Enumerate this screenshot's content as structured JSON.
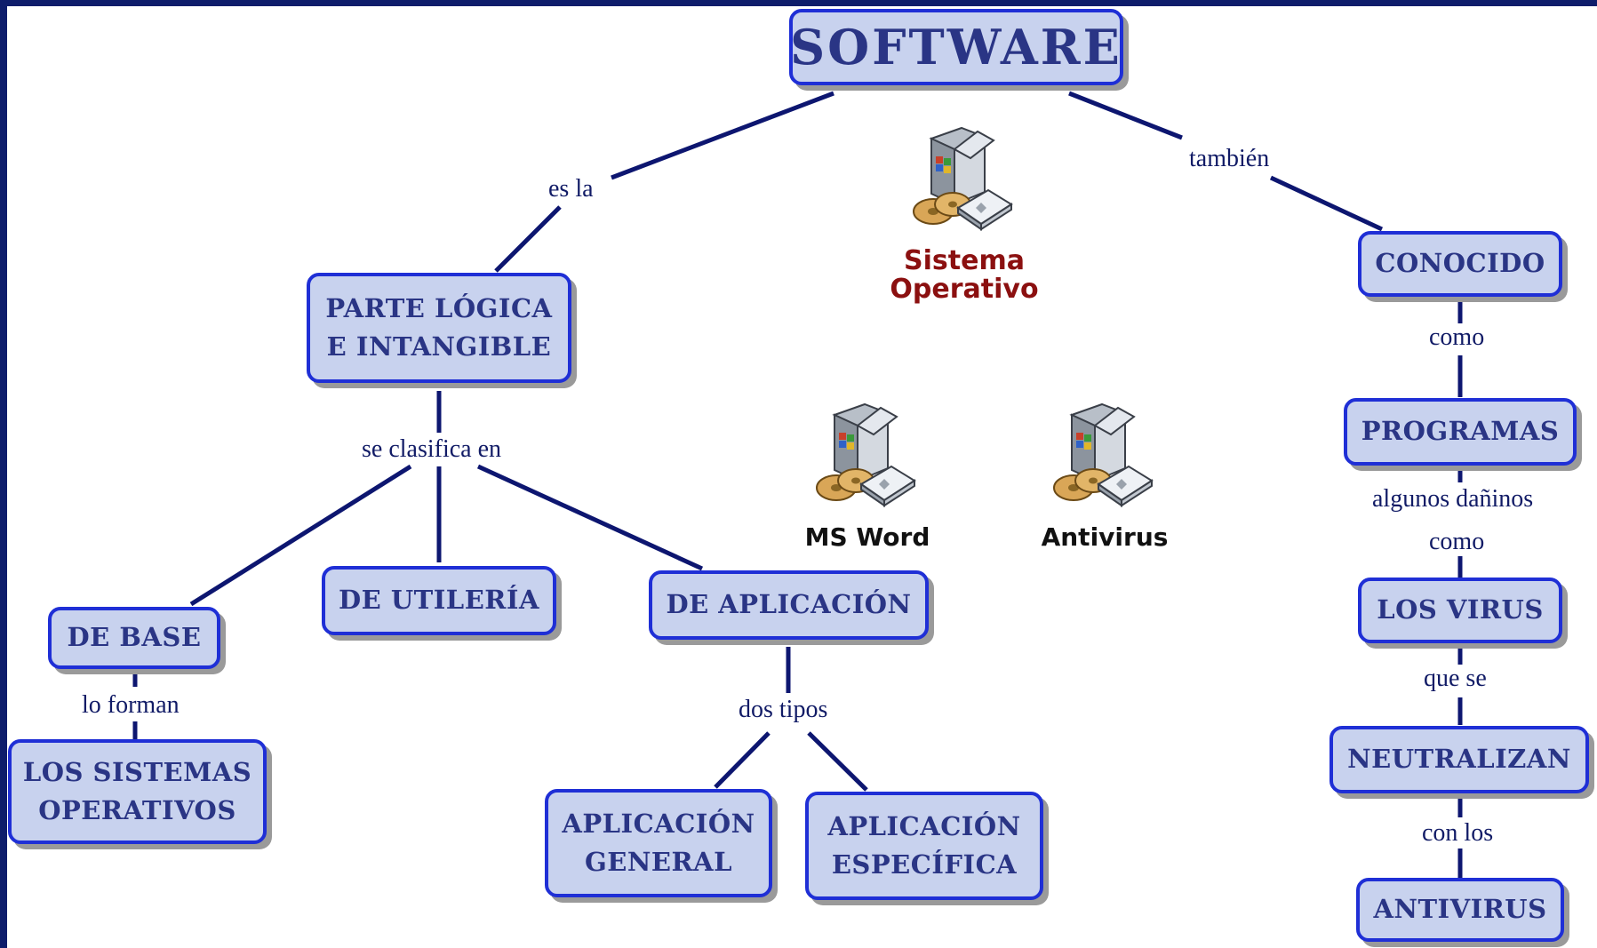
{
  "colors": {
    "node_fill": "#c8d2ee",
    "node_border": "#1f2fd6",
    "node_text": "#2a3585",
    "connector": "#0d1670",
    "frame": "#0e1d6b",
    "caption_red": "#8b1010"
  },
  "nodes": {
    "software": "SOFTWARE",
    "parte_logica": [
      "PARTE LÓGICA",
      "E INTANGIBLE"
    ],
    "de_base": "DE BASE",
    "de_utileria": "DE UTILERÍA",
    "de_aplicacion": "DE APLICACIÓN",
    "sistemas_operativos": [
      "LOS SISTEMAS",
      "OPERATIVOS"
    ],
    "aplicacion_general": [
      "APLICACIÓN",
      "GENERAL"
    ],
    "aplicacion_especifica": [
      "APLICACIÓN",
      "ESPECÍFICA"
    ],
    "conocido": "CONOCIDO",
    "programas": "PROGRAMAS",
    "los_virus": "LOS VIRUS",
    "neutralizan": "NEUTRALIZAN",
    "antivirus": "ANTIVIRUS"
  },
  "links": {
    "es_la": "es la",
    "tambien": "también",
    "se_clasifica_en": "se clasifica en",
    "lo_forman": "lo forman",
    "dos_tipos": "dos tipos",
    "como": "como",
    "algunos_daninos": "algunos dañinos",
    "como_2": "como",
    "que_se": "que se",
    "con_los": "con los"
  },
  "icons": {
    "sistema_operativo": {
      "icon": "software-box-icon",
      "caption": [
        "Sistema",
        "Operativo"
      ]
    },
    "ms_word": {
      "icon": "software-box-icon",
      "caption": "MS Word"
    },
    "antivirus": {
      "icon": "software-box-icon",
      "caption": "Antivirus"
    }
  }
}
